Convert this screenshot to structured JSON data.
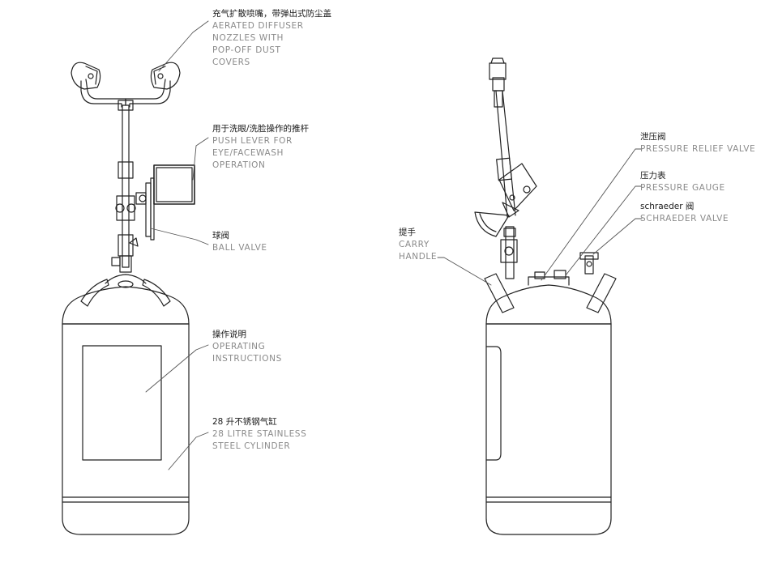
{
  "labels": {
    "diffuser": {
      "zh": "充气扩散喷嘴，带弹出式防尘盖",
      "en": [
        "AERATED DIFFUSER",
        "NOZZLES WITH",
        "POP-OFF DUST",
        "COVERS"
      ]
    },
    "push_lever": {
      "zh": "用于洗眼/洗脸操作的推杆",
      "en": [
        "PUSH LEVER FOR",
        "EYE/FACEWASH",
        "OPERATION"
      ]
    },
    "ball_valve": {
      "zh": "球阀",
      "en": [
        "BALL VALVE"
      ]
    },
    "instructions": {
      "zh": "操作说明",
      "en": [
        "OPERATING",
        "INSTRUCTIONS"
      ]
    },
    "cylinder": {
      "zh": "28 升不锈钢气缸",
      "en": [
        "28 LITRE STAINLESS",
        "STEEL CYLINDER"
      ]
    },
    "relief_valve": {
      "zh": "泄压阀",
      "en": [
        "PRESSURE RELIEF VALVE"
      ]
    },
    "gauge": {
      "zh": "压力表",
      "en": [
        "PRESSURE GAUGE"
      ]
    },
    "schraeder": {
      "zh": "schraeder 阀",
      "en": [
        "SCHRAEDER VALVE"
      ]
    },
    "handle": {
      "zh": "提手",
      "en": [
        "CARRY",
        "HANDLE"
      ]
    }
  }
}
